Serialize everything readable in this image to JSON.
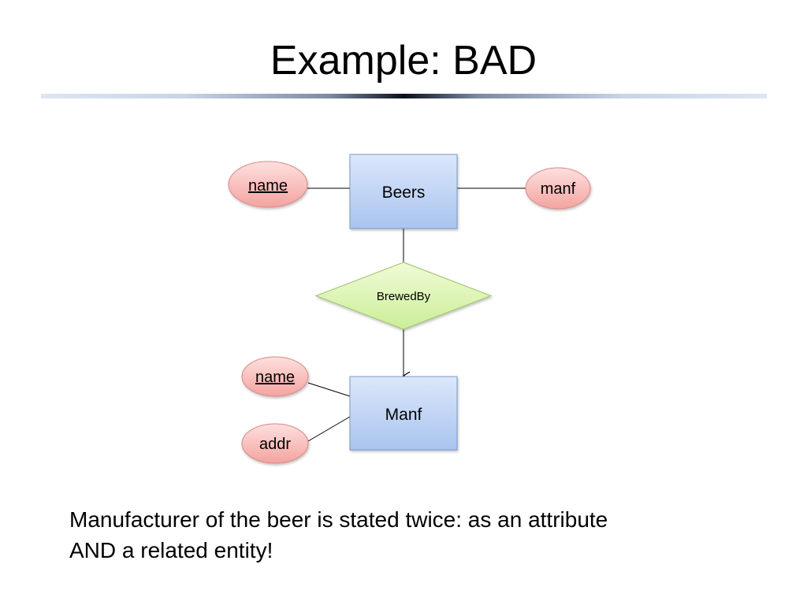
{
  "slide": {
    "title": "Example: BAD",
    "caption_line1": "Manufacturer of the beer is stated twice: as an attribute",
    "caption_line2": "AND a related entity!"
  },
  "diagram": {
    "entities": {
      "beers": "Beers",
      "manf": "Manf"
    },
    "relationship": "BrewedBy",
    "attributes": {
      "beers_name": "name",
      "beers_manf": "manf",
      "manf_name": "name",
      "manf_addr": "addr"
    },
    "key_attributes": [
      "beers_name",
      "manf_name"
    ],
    "relationship_arrow_to": "manf"
  },
  "colors": {
    "entity_fill_top": "#dbe7fb",
    "entity_fill_bottom": "#a9c4ee",
    "entity_stroke": "#7d9bc9",
    "attribute_fill_top": "#fde0de",
    "attribute_fill_bottom": "#f4a3a0",
    "attribute_stroke": "#d98a86",
    "relationship_fill_top": "#f0fbd6",
    "relationship_fill_bottom": "#cbee98",
    "relationship_stroke": "#9cc36a",
    "title_rule_center": "#0b0f1a"
  }
}
